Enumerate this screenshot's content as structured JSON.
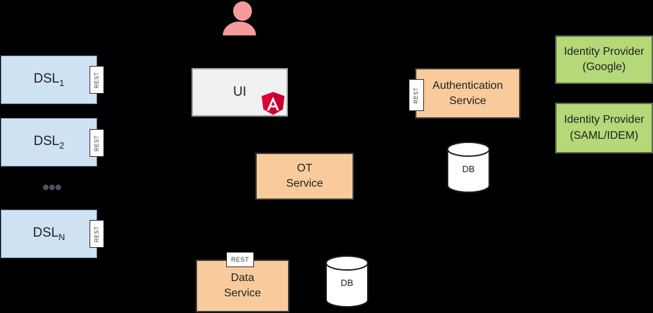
{
  "diagram": {
    "background": "#000000",
    "colors": {
      "dsl_fill": "#cfe2f3",
      "service_fill": "#f9cb9c",
      "identity_fill": "#b5d878",
      "ui_fill": "#f0f0f0",
      "person_icon": "#f59b9b",
      "angular_red": "#dd0031",
      "db_fill": "#ffffff",
      "ellipsis_dots": "#4a5464",
      "rest_badge_fill": "#ffffff"
    },
    "icons": {
      "person": "user-icon",
      "angular": "angular-logo",
      "ellipsis": "ellipsis-dots",
      "database": "database-cylinder"
    },
    "nodes": {
      "dsl": [
        {
          "base": "DSL",
          "sub": "1",
          "badge": "REST"
        },
        {
          "base": "DSL",
          "sub": "2",
          "badge": "REST"
        },
        {
          "base": "DSL",
          "sub": "N",
          "badge": "REST"
        }
      ],
      "ui": {
        "label": "UI"
      },
      "ot_service": {
        "line1": "OT",
        "line2": "Service"
      },
      "data_service": {
        "line1": "Data",
        "line2": "Service",
        "badge": "REST"
      },
      "auth_service": {
        "line1": "Authentication",
        "line2": "Service",
        "badge": "REST"
      },
      "idp_google": {
        "line1": "Identity Provider",
        "line2": "(Google)"
      },
      "idp_saml": {
        "line1": "Identity Provider",
        "line2": "(SAML/IDEM)"
      },
      "auth_db": {
        "label": "DB"
      },
      "data_db": {
        "label": "DB"
      }
    }
  }
}
